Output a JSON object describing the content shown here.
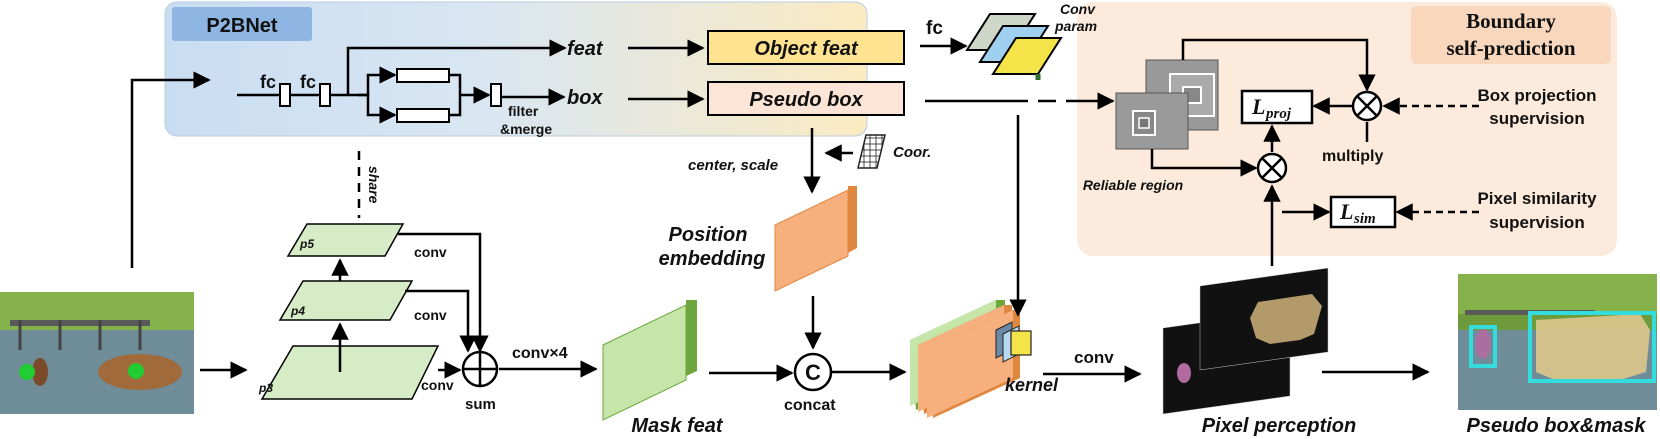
{
  "p2bnet": {
    "title": "P2BNet",
    "fc1": "fc",
    "fc2": "fc",
    "feat": "feat",
    "box": "box",
    "filter": "filter",
    "merge": "&merge",
    "object_feat": "Object feat",
    "pseudo_box": "Pseudo box"
  },
  "fpn": {
    "share": "share",
    "p5": "p5",
    "p4": "p4",
    "p3": "p3",
    "conv1": "conv",
    "conv2": "conv",
    "conv3": "conv",
    "sum": "sum",
    "conv4": "conv×4"
  },
  "mask": {
    "mask_feat": "Mask feat",
    "concat": "concat",
    "concat_symbol": "C"
  },
  "position": {
    "center_scale": "center, scale",
    "coor": "Coor.",
    "embedding_line1": "Position",
    "embedding_line2": "embedding"
  },
  "kernel": {
    "fc": "fc",
    "conv_param_line1": "Conv",
    "conv_param_line2": "param",
    "kernel": "kernel",
    "conv": "conv"
  },
  "pixel": {
    "title": "Pixel perception"
  },
  "output": {
    "title": "Pseudo box&mask"
  },
  "boundary": {
    "title_line1": "Boundary",
    "title_line2": "self-prediction",
    "reliable": "Reliable region",
    "multiply": "multiply",
    "l_proj_base": "L",
    "l_proj_sub": "proj",
    "l_sim_base": "L",
    "l_sim_sub": "sim",
    "box_proj_line1": "Box projection",
    "box_proj_line2": "supervision",
    "pix_sim_line1": "Pixel similarity",
    "pix_sim_line2": "supervision"
  },
  "colors": {
    "p2b_blue": "#c9ddf2",
    "p2b_yellow": "#fbebc2",
    "boundary_bg": "#fcebdc",
    "object_feat": "#ffe391",
    "pseudo_box": "#fce4d6",
    "fpn_green": "#d6ecc6",
    "mask_green": "#c5e6a8",
    "orange": "#f7b07d",
    "point": "#22cc33",
    "box": "#33dddd"
  }
}
